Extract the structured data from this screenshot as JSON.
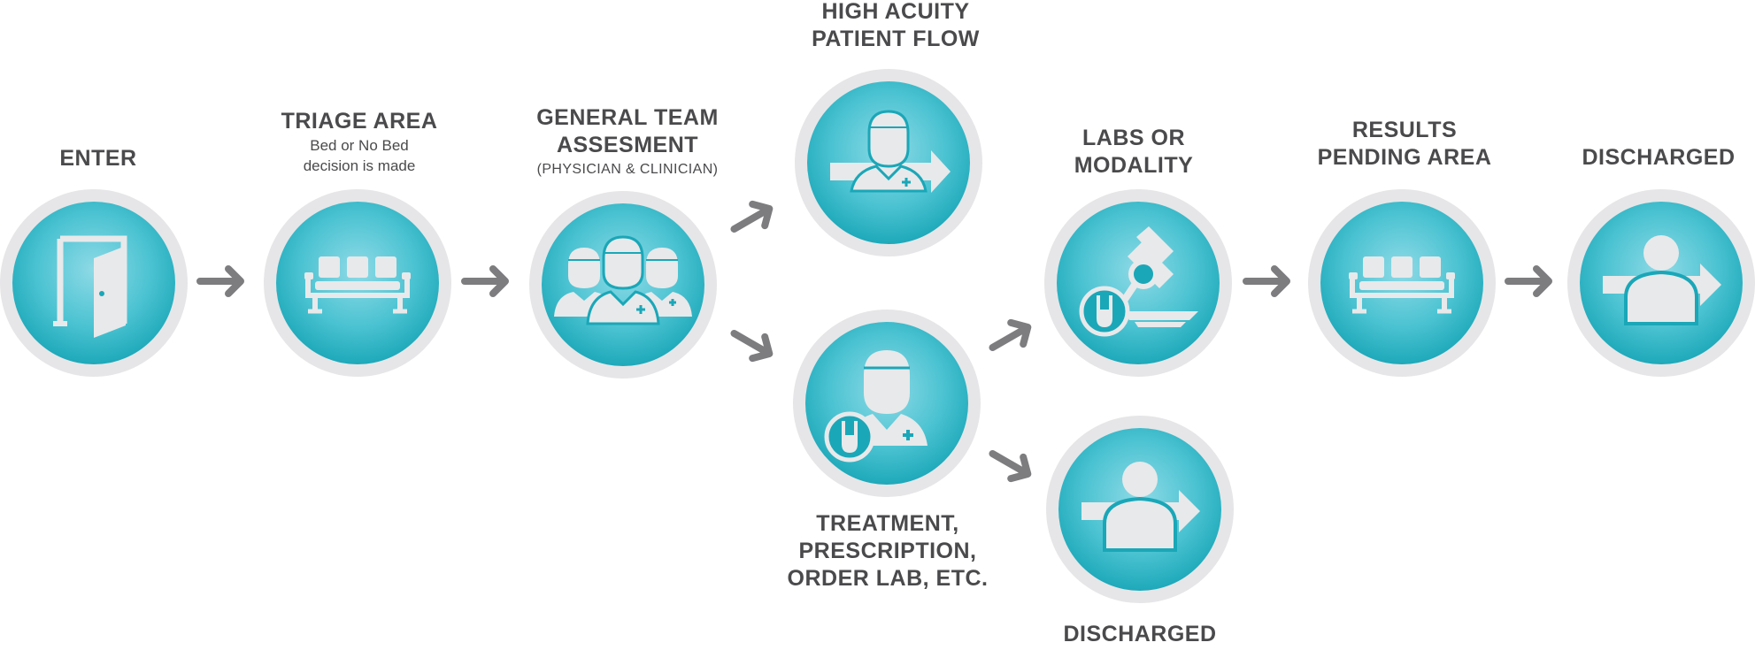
{
  "colors": {
    "accent": "#1aa7b8",
    "ring": "#e6e6e8",
    "icon": "#e8e9ea",
    "arrow": "#7d7d80",
    "text": "#4a4a4c"
  },
  "steps": [
    {
      "id": "enter",
      "title": [
        "ENTER"
      ],
      "subtitle": [],
      "icon": "door-icon"
    },
    {
      "id": "triage",
      "title": [
        "TRIAGE AREA"
      ],
      "subtitle": [
        "Bed or No Bed",
        "decision is made"
      ],
      "icon": "waiting-chairs-icon"
    },
    {
      "id": "general-team",
      "title": [
        "GENERAL TEAM",
        "ASSESMENT"
      ],
      "subtitle": [
        "(PHYSICIAN & CLINICIAN)"
      ],
      "icon": "medical-team-icon"
    },
    {
      "id": "high-acuity",
      "title": [
        "HIGH ACUITY",
        "PATIENT FLOW"
      ],
      "subtitle": [],
      "icon": "doctor-forward-icon"
    },
    {
      "id": "treatment",
      "title": [
        "TREATMENT,",
        "PRESCRIPTION,",
        "ORDER LAB, ETC."
      ],
      "subtitle": [],
      "icon": "doctor-test-tube-icon"
    },
    {
      "id": "labs",
      "title": [
        "LABS OR",
        "MODALITY"
      ],
      "subtitle": [],
      "icon": "microscope-icon"
    },
    {
      "id": "results",
      "title": [
        "RESULTS",
        "PENDING AREA"
      ],
      "subtitle": [],
      "icon": "waiting-chairs-icon"
    },
    {
      "id": "discharged-main",
      "title": [
        "DISCHARGED"
      ],
      "subtitle": [],
      "icon": "patient-exit-icon"
    },
    {
      "id": "discharged-branch",
      "title": [
        "DISCHARGED"
      ],
      "subtitle": [],
      "icon": "patient-exit-icon"
    }
  ]
}
